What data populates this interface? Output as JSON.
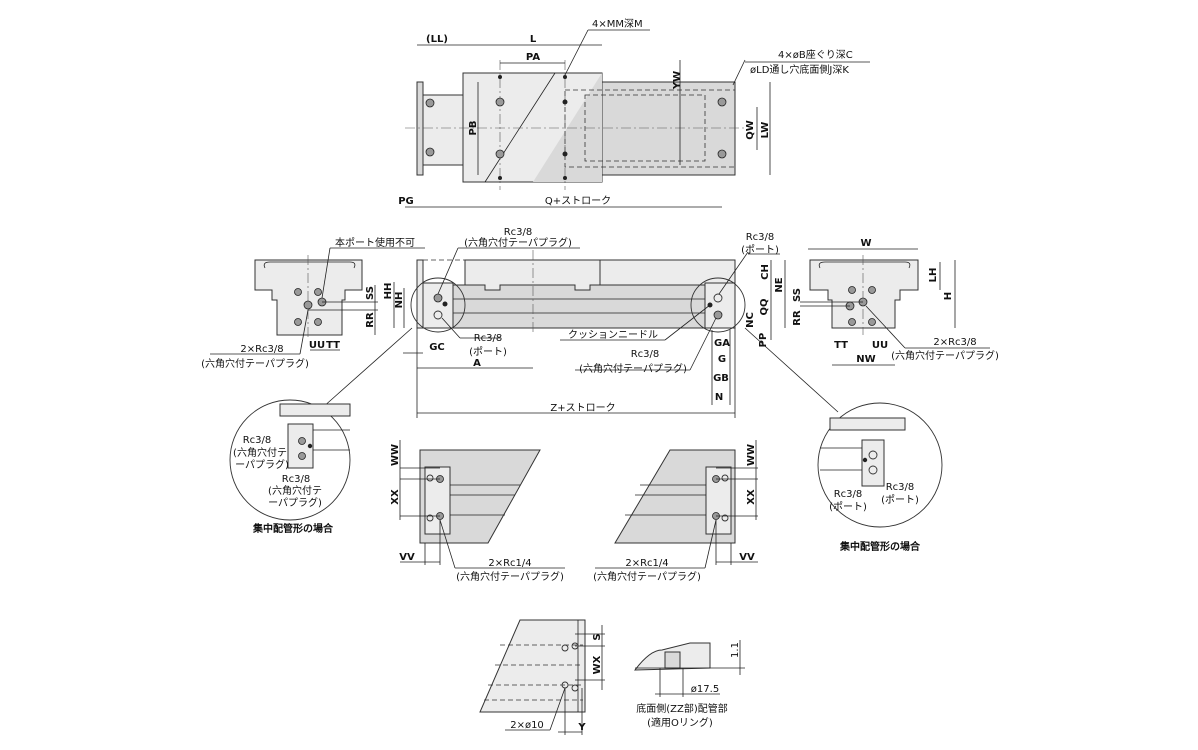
{
  "top_view": {
    "ll": "(LL)",
    "l": "L",
    "pa": "PA",
    "mm": "4×MM深M",
    "yw": "YW",
    "b_counterbore": "4×øB座ぐり深C",
    "ld_hole": "øLD通し穴底面側J深K",
    "qw": "QW",
    "lw": "LW",
    "pb": "PB",
    "pg": "PG",
    "q_stroke": "Q+ストローク"
  },
  "side_view": {
    "rc38_top": "Rc3/8",
    "plug_top": "(六角穴付テーパプラグ)",
    "port_unusable": "本ポート使用不可",
    "rc38_port_left": "Rc3/8",
    "port_left": "(ポート)",
    "rc38_port_right": "Rc3/8",
    "port_right": "(ポート)",
    "cushion_needle": "クッションニードル",
    "rc38_plug_right": "Rc3/8",
    "plug_right": "(六角穴付テーパプラグ)",
    "gc": "GC",
    "a": "A",
    "ga": "GA",
    "g": "G",
    "gb": "GB",
    "n": "N",
    "ch": "CH",
    "ne": "NE",
    "qq": "QQ",
    "nc": "NC",
    "pp": "PP",
    "hh": "HH",
    "nh": "NH",
    "z_stroke": "Z+ストローク"
  },
  "left_end_view": {
    "ss": "SS",
    "rr": "RR",
    "uu": "UU",
    "tt": "TT",
    "plug_count": "2×Rc3/8",
    "plug_type": "(六角穴付テーパプラグ)"
  },
  "right_end_view": {
    "w": "W",
    "lh": "LH",
    "h": "H",
    "ss": "SS",
    "rr": "RR",
    "tt": "TT",
    "uu": "UU",
    "nw": "NW",
    "plug_count": "2×Rc3/8",
    "plug_type": "(六角穴付テーパプラグ)"
  },
  "detail_left": {
    "rc38_a": "Rc3/8",
    "plug_a1": "(六角穴付テ",
    "plug_a2": "ーパプラグ)",
    "rc38_b": "Rc3/8",
    "plug_b1": "(六角穴付テ",
    "plug_b2": "ーパプラグ)",
    "caption": "集中配管形の場合"
  },
  "detail_right": {
    "rc38_a": "Rc3/8",
    "port_a": "(ポート)",
    "rc38_b": "Rc3/8",
    "port_b": "(ポート)",
    "caption": "集中配管形の場合"
  },
  "bottom_left_view": {
    "ww": "WW",
    "xx": "XX",
    "vv": "VV",
    "plug_count": "2×Rc1/4",
    "plug_type": "(六角穴付テーパプラグ)"
  },
  "bottom_right_view": {
    "ww": "WW",
    "xx": "XX",
    "vv": "VV",
    "plug_count": "2×Rc1/4",
    "plug_type": "(六角穴付テーパプラグ)"
  },
  "zz_view": {
    "s": "S",
    "wx": "WX",
    "y": "Y",
    "holes": "2×ø10",
    "depth": "1.1",
    "dia": "ø17.5",
    "caption1": "底面側(ZZ部)配管部",
    "caption2": "(適用Oリング)"
  }
}
